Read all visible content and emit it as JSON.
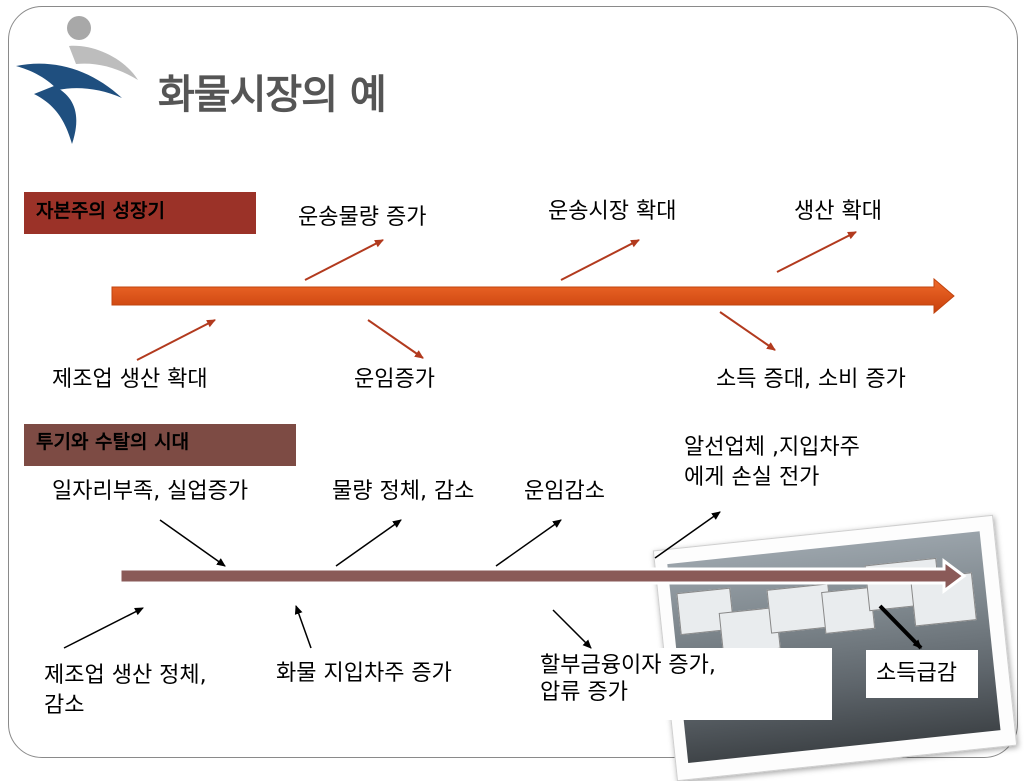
{
  "title": "화물시장의 예",
  "colors": {
    "growth_arrow": "#e35416",
    "speculation_arrow": "#8a5a58",
    "arrow_small": "#b23a1e",
    "tag_growth": "#9b3228",
    "tag_speculation": "#7d4b44"
  },
  "growth": {
    "tag": "자본주의 성장기",
    "above": [
      "운송물량 증가",
      "운송시장 확대",
      "생산 확대"
    ],
    "below": [
      "제조업 생산 확대",
      "운임증가",
      "소득 증대, 소비 증가"
    ]
  },
  "speculation": {
    "tag": "투기와 수탈의 시대",
    "above": [
      "일자리부족, 실업증가",
      "물량 정체, 감소",
      "운임감소"
    ],
    "above_right": [
      "알선업체 ,지입차주",
      "에게 손실 전가"
    ],
    "below": [
      "제조업 생산 정체,",
      "감소",
      "화물 지입차주 증가",
      "할부금융이자 증가,",
      "압류 증가"
    ],
    "photo_label": "소득급감"
  }
}
